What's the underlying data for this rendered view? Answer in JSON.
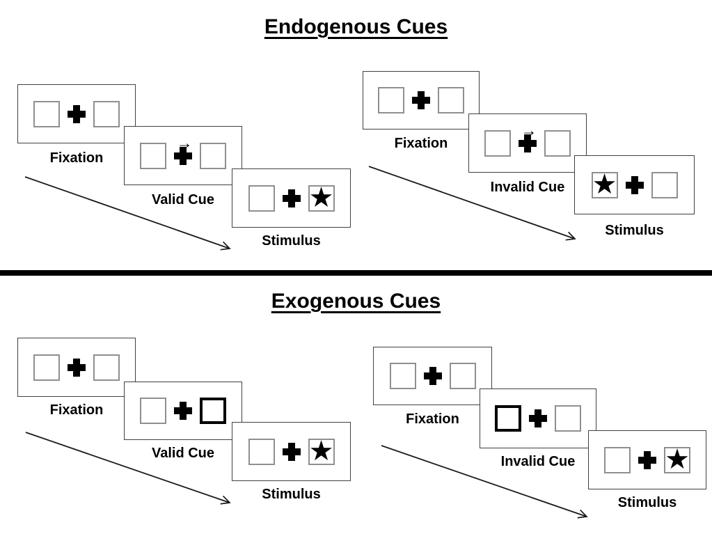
{
  "sections": [
    {
      "title": "Endogenous Cues",
      "groups": [
        {
          "type": "valid-trial",
          "panels": [
            {
              "label": "Fixation",
              "cue": "none",
              "target": "none"
            },
            {
              "label": "Valid Cue",
              "cue": "central-arrow-right",
              "target": "none"
            },
            {
              "label": "Stimulus",
              "cue": "none",
              "target": "star-right"
            }
          ]
        },
        {
          "type": "invalid-trial",
          "panels": [
            {
              "label": "Fixation",
              "cue": "none",
              "target": "none"
            },
            {
              "label": "Invalid Cue",
              "cue": "central-arrow-right",
              "target": "none"
            },
            {
              "label": "Stimulus",
              "cue": "none",
              "target": "star-left"
            }
          ]
        }
      ]
    },
    {
      "title": "Exogenous Cues",
      "groups": [
        {
          "type": "valid-trial",
          "panels": [
            {
              "label": "Fixation",
              "cue": "none",
              "target": "none"
            },
            {
              "label": "Valid Cue",
              "cue": "bold-box-right",
              "target": "none"
            },
            {
              "label": "Stimulus",
              "cue": "none",
              "target": "star-right"
            }
          ]
        },
        {
          "type": "invalid-trial",
          "panels": [
            {
              "label": "Fixation",
              "cue": "none",
              "target": "none"
            },
            {
              "label": "Invalid Cue",
              "cue": "bold-box-left",
              "target": "none"
            },
            {
              "label": "Stimulus",
              "cue": "none",
              "target": "star-right"
            }
          ]
        }
      ]
    }
  ],
  "icons": {
    "star": "★",
    "arrow_right": "→"
  },
  "colors": {
    "background": "#ffffff",
    "ink": "#000000",
    "panel_border": "#404040",
    "box_border": "#8f8f8f"
  }
}
